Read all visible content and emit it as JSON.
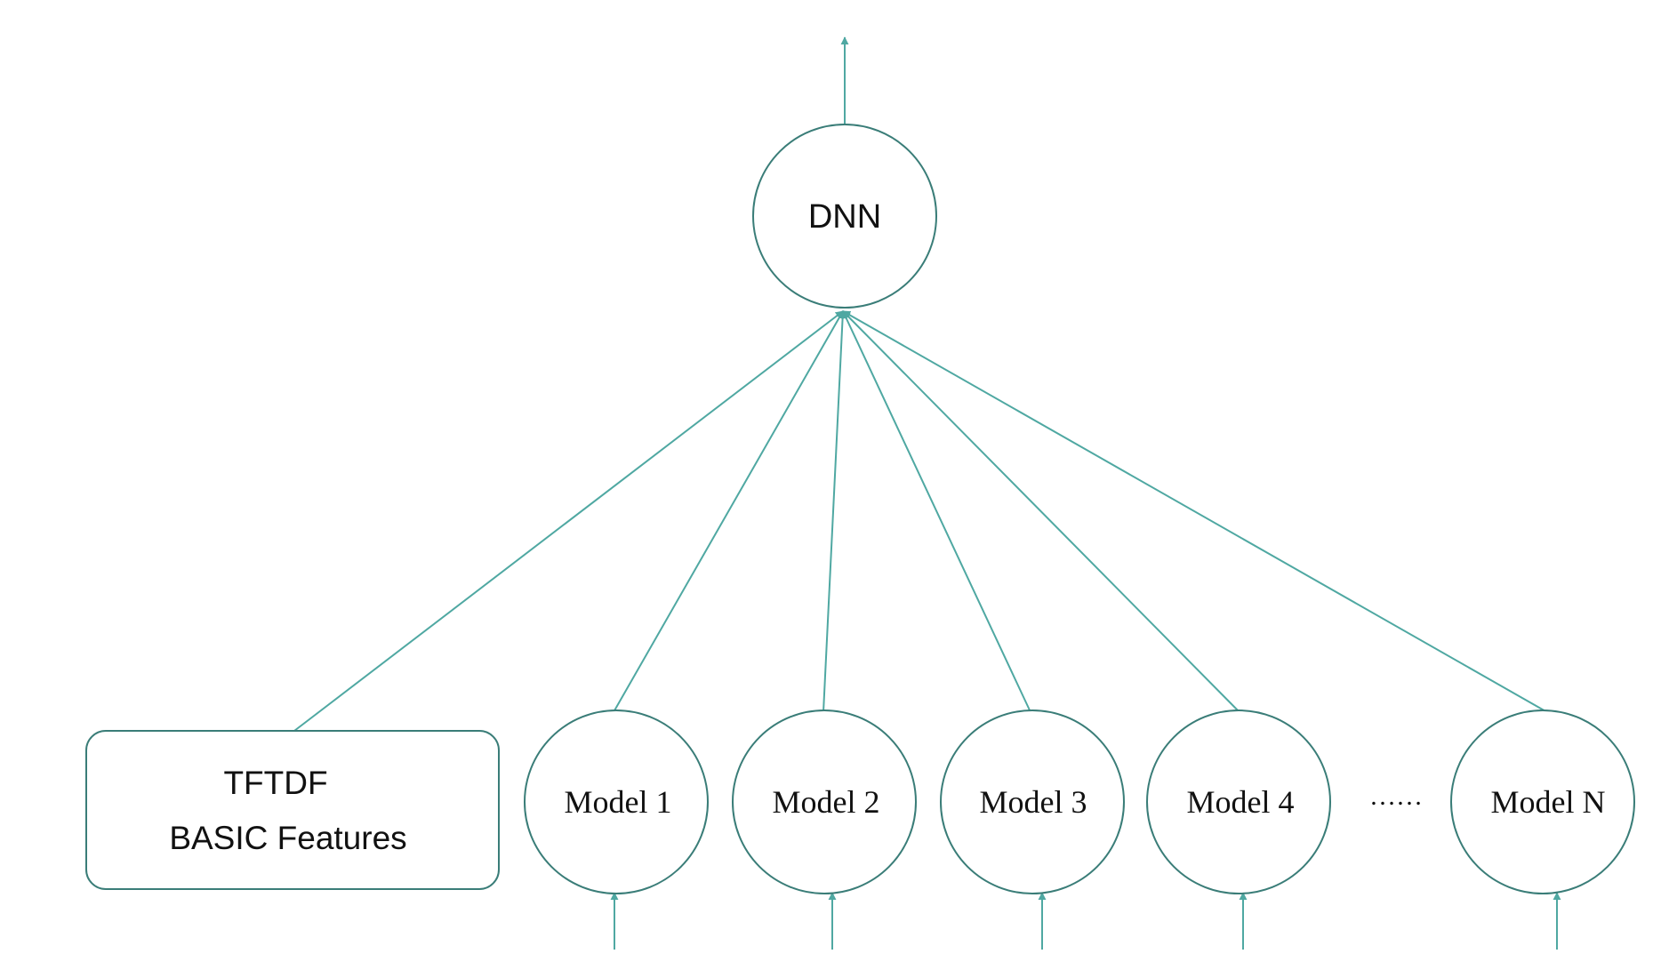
{
  "colors": {
    "node_stroke": "#3a7d78",
    "edge": "#4fa8a2",
    "text": "#111111",
    "background": "#ffffff"
  },
  "nodes": {
    "dnn": {
      "label": "DNN"
    },
    "features": {
      "line1": "TFTDF",
      "line2": "BASIC Features"
    },
    "models": [
      {
        "label": "Model 1"
      },
      {
        "label": "Model 2"
      },
      {
        "label": "Model 3"
      },
      {
        "label": "Model 4"
      },
      {
        "label": "Model N"
      }
    ],
    "ellipsis": "……"
  },
  "edges": [
    {
      "from": "features",
      "to": "dnn"
    },
    {
      "from": "model-1",
      "to": "dnn"
    },
    {
      "from": "model-2",
      "to": "dnn"
    },
    {
      "from": "model-3",
      "to": "dnn"
    },
    {
      "from": "model-4",
      "to": "dnn"
    },
    {
      "from": "model-n",
      "to": "dnn"
    },
    {
      "from": "dnn",
      "to": "output"
    },
    {
      "from": "input-1",
      "to": "model-1"
    },
    {
      "from": "input-2",
      "to": "model-2"
    },
    {
      "from": "input-3",
      "to": "model-3"
    },
    {
      "from": "input-4",
      "to": "model-4"
    },
    {
      "from": "input-n",
      "to": "model-n"
    }
  ]
}
